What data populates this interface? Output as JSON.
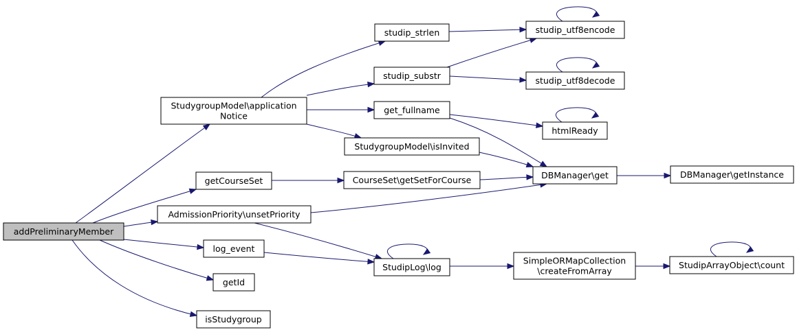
{
  "diagram": {
    "nodes": [
      {
        "id": "addPreliminaryMember",
        "lines": [
          "addPreliminaryMember"
        ],
        "root": true
      },
      {
        "id": "applicationNotice",
        "lines": [
          "StudygroupModel\\application",
          "Notice"
        ]
      },
      {
        "id": "getCourseSet",
        "lines": [
          "getCourseSet"
        ]
      },
      {
        "id": "unsetPriority",
        "lines": [
          "AdmissionPriority\\unsetPriority"
        ]
      },
      {
        "id": "log_event",
        "lines": [
          "log_event"
        ]
      },
      {
        "id": "getId",
        "lines": [
          "getId"
        ]
      },
      {
        "id": "isStudygroup",
        "lines": [
          "isStudygroup"
        ]
      },
      {
        "id": "studip_strlen",
        "lines": [
          "studip_strlen"
        ]
      },
      {
        "id": "studip_substr",
        "lines": [
          "studip_substr"
        ]
      },
      {
        "id": "get_fullname",
        "lines": [
          "get_fullname"
        ]
      },
      {
        "id": "isInvited",
        "lines": [
          "StudygroupModel\\isInvited"
        ]
      },
      {
        "id": "getSetForCourse",
        "lines": [
          "CourseSet\\getSetForCourse"
        ]
      },
      {
        "id": "StudipLog",
        "lines": [
          "StudipLog\\log"
        ]
      },
      {
        "id": "studip_utf8encode",
        "lines": [
          "studip_utf8encode"
        ]
      },
      {
        "id": "studip_utf8decode",
        "lines": [
          "studip_utf8decode"
        ]
      },
      {
        "id": "htmlReady",
        "lines": [
          "htmlReady"
        ]
      },
      {
        "id": "DBManagerGet",
        "lines": [
          "DBManager\\get"
        ]
      },
      {
        "id": "createFromArray",
        "lines": [
          "SimpleORMapCollection",
          "\\createFromArray"
        ]
      },
      {
        "id": "DBManagerGetInstance",
        "lines": [
          "DBManager\\getInstance"
        ]
      },
      {
        "id": "ArrayCount",
        "lines": [
          "StudipArrayObject\\count"
        ]
      }
    ],
    "edges": [
      {
        "from": "addPreliminaryMember",
        "to": "applicationNotice"
      },
      {
        "from": "addPreliminaryMember",
        "to": "getCourseSet"
      },
      {
        "from": "addPreliminaryMember",
        "to": "unsetPriority"
      },
      {
        "from": "addPreliminaryMember",
        "to": "log_event"
      },
      {
        "from": "addPreliminaryMember",
        "to": "getId"
      },
      {
        "from": "addPreliminaryMember",
        "to": "isStudygroup"
      },
      {
        "from": "applicationNotice",
        "to": "studip_strlen"
      },
      {
        "from": "applicationNotice",
        "to": "studip_substr"
      },
      {
        "from": "applicationNotice",
        "to": "get_fullname"
      },
      {
        "from": "applicationNotice",
        "to": "isInvited"
      },
      {
        "from": "studip_strlen",
        "to": "studip_utf8encode"
      },
      {
        "from": "studip_substr",
        "to": "studip_utf8encode"
      },
      {
        "from": "studip_substr",
        "to": "studip_utf8decode"
      },
      {
        "from": "studip_utf8encode",
        "to": "studip_utf8encode"
      },
      {
        "from": "studip_utf8decode",
        "to": "studip_utf8decode"
      },
      {
        "from": "get_fullname",
        "to": "htmlReady"
      },
      {
        "from": "get_fullname",
        "to": "DBManagerGet"
      },
      {
        "from": "htmlReady",
        "to": "htmlReady"
      },
      {
        "from": "isInvited",
        "to": "DBManagerGet"
      },
      {
        "from": "getCourseSet",
        "to": "getSetForCourse"
      },
      {
        "from": "getSetForCourse",
        "to": "DBManagerGet"
      },
      {
        "from": "unsetPriority",
        "to": "DBManagerGet"
      },
      {
        "from": "unsetPriority",
        "to": "StudipLog"
      },
      {
        "from": "log_event",
        "to": "StudipLog"
      },
      {
        "from": "DBManagerGet",
        "to": "DBManagerGetInstance"
      },
      {
        "from": "StudipLog",
        "to": "StudipLog"
      },
      {
        "from": "StudipLog",
        "to": "createFromArray"
      },
      {
        "from": "createFromArray",
        "to": "ArrayCount"
      },
      {
        "from": "ArrayCount",
        "to": "ArrayCount"
      }
    ]
  }
}
